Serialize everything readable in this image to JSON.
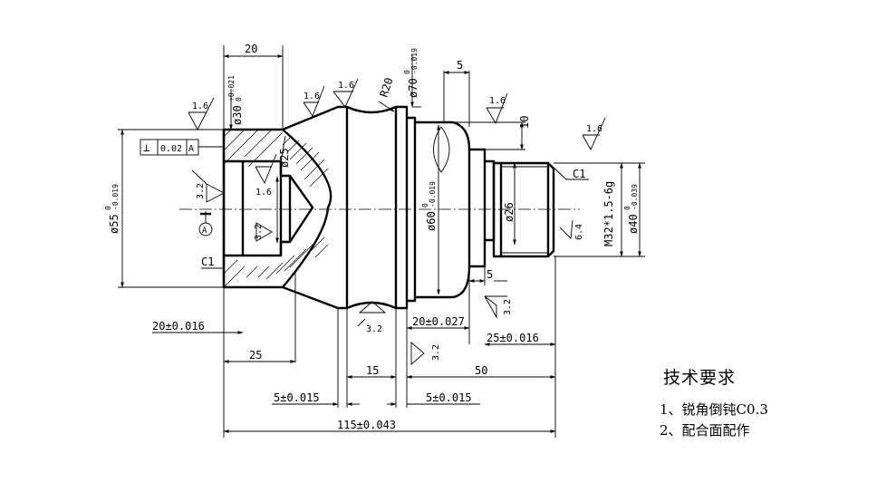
{
  "dimensions": {
    "d_20_top": "20",
    "d_30": "ø30",
    "d_30_tol_upper": "+0.021",
    "d_30_tol_lower": "0",
    "d_25_bore": "ø25",
    "d_r20": "R20",
    "d_70": "ø70",
    "d_70_tol_upper": "0",
    "d_70_tol_lower": "-0.019",
    "d_5_top": "5",
    "d_10": "10",
    "d_55": "ø55",
    "d_55_tol_upper": "0",
    "d_55_tol_lower": "-0.019",
    "d_60": "ø60",
    "d_60_tol_upper": "0",
    "d_60_tol_lower": "-0.019",
    "d_26": "ø26",
    "d_thread": "M32*1.5-6g",
    "d_40": "ø40",
    "d_40_tol_upper": "0",
    "d_40_tol_lower": "-0.039",
    "d_c1_right": "C1",
    "d_c1_left": "C1",
    "d_5_right": "5",
    "d_20_016": "20±0.016",
    "d_20_027": "20±0.027",
    "d_25_016": "25±0.016",
    "d_25": "25",
    "d_15": "15",
    "d_50": "50",
    "d_5_015_left": "5±0.015",
    "d_5_015_right": "5±0.015",
    "d_115": "115±0.043"
  },
  "roughness": {
    "r1": "1.6",
    "r2": "1.6",
    "r3": "1.6",
    "r4": "1.6",
    "r5": "1.6",
    "r6": "1.6",
    "r7": "3.2",
    "r8": "3.2",
    "r9": "3.2",
    "r10": "3.2",
    "r11": "3.2",
    "r12": "6.4"
  },
  "tolerance_frame": {
    "symbol": "⊥",
    "value": "0.02",
    "datum": "A"
  },
  "datum_label": "A",
  "notes": {
    "title": "技术要求",
    "item1": "1、锐角倒钝C0.3",
    "item2": "2、配合面配作"
  }
}
